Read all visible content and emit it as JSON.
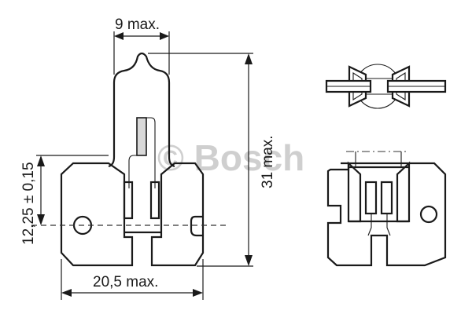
{
  "diagram": {
    "subject": "H2 halogen bulb dimensional drawing",
    "watermark": "© Bosch",
    "dimensions": {
      "top_width": "9 max.",
      "height": "31 max.",
      "base_width": "20,5 max.",
      "light_center": "12,25 ± 0,15"
    },
    "views": [
      "front-view",
      "top-view",
      "side-view"
    ],
    "colors": {
      "line": "#1a1a1a",
      "watermark": "#cfcfcf",
      "filament_fill": "#d9d9d9",
      "background": "#ffffff"
    }
  }
}
